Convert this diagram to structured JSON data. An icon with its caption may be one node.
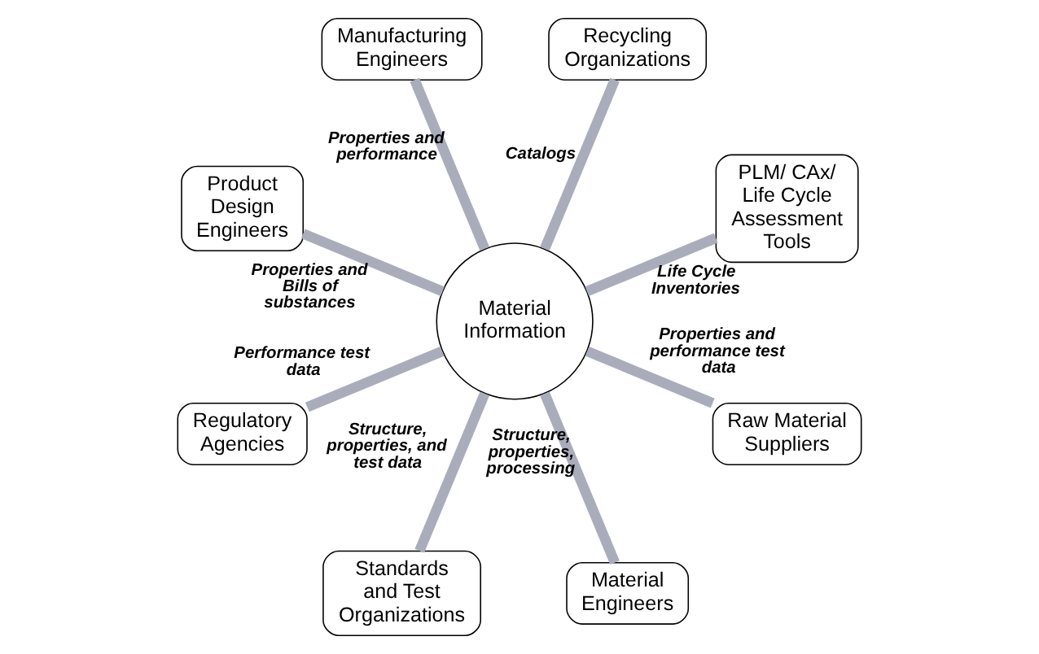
{
  "diagram": {
    "nodes": [
      {
        "text": [
          "Regulatory Agencies"
        ]
      },
      {
        "text": [
          "Product Design Engineers"
        ]
      },
      {
        "text": [
          "Standards and Test Organizations"
        ]
      },
      {
        "text": [
          "Manufacturing Engineers"
        ]
      },
      {
        "text": [
          "Material Engineers"
        ]
      },
      {
        "text": [
          "Recycling Organizations"
        ]
      },
      {
        "text": [
          "Raw Material Suppliers"
        ]
      },
      {
        "text": [
          "Material Information"
        ]
      },
      {
        "text": [
          "PLM/ CAx/ Life Cycle Assessment Tools"
        ]
      }
    ],
    "edges": [
      {
        "from": 8,
        "to": 7,
        "arrow": "none",
        "label": "Life Cycle Inventories"
      },
      {
        "from": 5,
        "to": 7,
        "arrow": "none",
        "label": "Catalogs"
      },
      {
        "from": 3,
        "to": 7,
        "arrow": "none",
        "label": "Properties and performance"
      },
      {
        "from": 1,
        "to": 7,
        "arrow": "none",
        "label": "Properties and Bills of substances"
      },
      {
        "from": 0,
        "to": 7,
        "arrow": "none",
        "label": "Performance test data"
      },
      {
        "from": 2,
        "to": 7,
        "arrow": "none",
        "label": "Structure, properties, and test data"
      },
      {
        "from": 4,
        "to": 7,
        "arrow": "none",
        "label": "Structure, properties, processing"
      },
      {
        "from": 6,
        "to": 7,
        "arrow": "none",
        "label": "Properties and performance test data"
      }
    ]
  }
}
